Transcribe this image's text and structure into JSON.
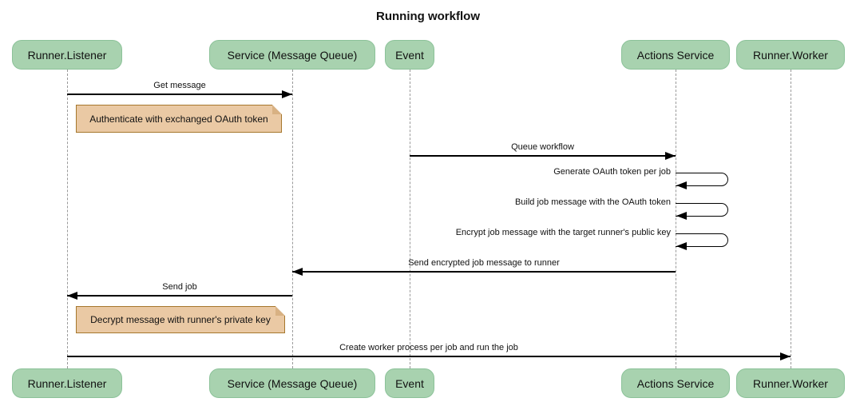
{
  "title": "Running workflow",
  "colors": {
    "actor_fill": "#a8d2af",
    "actor_border": "#8cc299",
    "note_fill": "#eac9a4",
    "note_border": "#a6772d",
    "note_fold": "#d8b183",
    "lifeline_color": "#999999",
    "arrow_color": "#000000",
    "text_color": "#111111",
    "bg_color": "#ffffff"
  },
  "actors": [
    {
      "label": "Runner.Listener"
    },
    {
      "label": "Service (Message Queue)"
    },
    {
      "label": "Event"
    },
    {
      "label": "Actions Service"
    },
    {
      "label": "Runner.Worker"
    }
  ],
  "messages": [
    {
      "label": "Get message",
      "from": "Runner.Listener",
      "to": "Service (Message Queue)",
      "kind": "arrow"
    },
    {
      "label": "Queue workflow",
      "from": "Event",
      "to": "Actions Service",
      "kind": "arrow"
    },
    {
      "label": "Generate OAuth token per job",
      "from": "Actions Service",
      "to": "Actions Service",
      "kind": "self"
    },
    {
      "label": "Build job message with the OAuth token",
      "from": "Actions Service",
      "to": "Actions Service",
      "kind": "self"
    },
    {
      "label": "Encrypt job message with the target runner's public key",
      "from": "Actions Service",
      "to": "Actions Service",
      "kind": "self"
    },
    {
      "label": "Send encrypted job message to runner",
      "from": "Actions Service",
      "to": "Service (Message Queue)",
      "kind": "arrow"
    },
    {
      "label": "Send job",
      "from": "Service (Message Queue)",
      "to": "Runner.Listener",
      "kind": "arrow"
    },
    {
      "label": "Create worker process per job and run the job",
      "from": "Runner.Listener",
      "to": "Runner.Worker",
      "kind": "arrow"
    }
  ],
  "notes": [
    {
      "text": "Authenticate with exchanged OAuth token",
      "anchor": "Runner.Listener"
    },
    {
      "text": "Decrypt message with runner's private key",
      "anchor": "Runner.Listener"
    }
  ]
}
